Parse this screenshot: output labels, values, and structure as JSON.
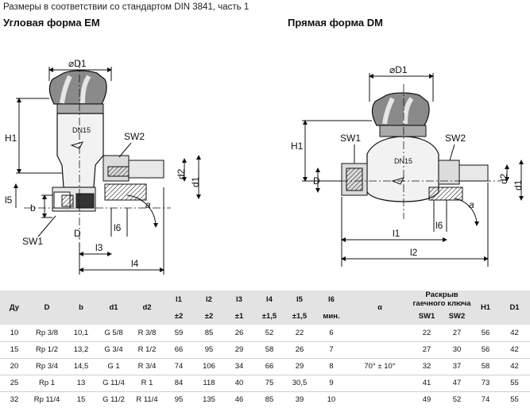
{
  "header": {
    "note": "Размеры в соответствии со стандартом DIN 3841, часть 1",
    "title_em": "Угловая форма EM",
    "title_dm": "Прямая форма DM"
  },
  "drawing_em": {
    "labels": {
      "d1_top": "⌀D1",
      "h1": "H1",
      "sw2": "SW2",
      "d2": "d2",
      "d1": "d1",
      "l5": "l5",
      "b": "b",
      "alpha": "a",
      "l6": "l6",
      "sw1": "SW1",
      "d": "D",
      "l3": "l3",
      "l4": "l4",
      "body_mark": "DN15"
    }
  },
  "drawing_dm": {
    "labels": {
      "d1_top": "⌀D1",
      "h1": "H1",
      "sw1": "SW1",
      "sw2": "SW2",
      "d": "D",
      "d2": "d2",
      "d1": "d1",
      "alpha": "a",
      "l6": "l6",
      "l1": "l1",
      "l2": "l2",
      "body_mark": "DN15"
    }
  },
  "table": {
    "headers": {
      "du": "Ду",
      "d": "D",
      "b": "b",
      "d1": "d1",
      "d2": "d2",
      "l1": "l1",
      "l2": "l2",
      "l3": "l3",
      "l4": "l4",
      "l5": "l5",
      "l6": "l6",
      "alpha": "α",
      "wrench": "Раскрыв гаечного ключа",
      "h1": "H1",
      "D1": "D1",
      "tol_l1": "±2",
      "tol_l2": "±2",
      "tol_l3": "±1",
      "tol_l4": "±1,5",
      "tol_l5": "±1,5",
      "tol_l6": "мин.",
      "sw1": "SW1",
      "sw2": "SW2"
    },
    "rows": [
      {
        "du": "10",
        "d": "Rp 3/8",
        "b": "10,1",
        "d1": "G 5/8",
        "d2": "R 3/8",
        "l1": "59",
        "l2": "85",
        "l3": "26",
        "l4": "52",
        "l5": "22",
        "l6": "6",
        "alpha": "",
        "sw1": "22",
        "sw2": "27",
        "h1": "56",
        "D1": "42"
      },
      {
        "du": "15",
        "d": "Rp 1/2",
        "b": "13,2",
        "d1": "G 3/4",
        "d2": "R 1/2",
        "l1": "66",
        "l2": "95",
        "l3": "29",
        "l4": "58",
        "l5": "26",
        "l6": "7",
        "alpha": "",
        "sw1": "27",
        "sw2": "30",
        "h1": "56",
        "D1": "42"
      },
      {
        "du": "20",
        "d": "Rp 3/4",
        "b": "14,5",
        "d1": "G 1",
        "d2": "R 3/4",
        "l1": "74",
        "l2": "106",
        "l3": "34",
        "l4": "66",
        "l5": "29",
        "l6": "8",
        "alpha": "70° ± 10°",
        "sw1": "32",
        "sw2": "37",
        "h1": "58",
        "D1": "42"
      },
      {
        "du": "25",
        "d": "Rp 1",
        "b": "13",
        "d1": "G 11/4",
        "d2": "R 1",
        "l1": "84",
        "l2": "118",
        "l3": "40",
        "l4": "75",
        "l5": "30,5",
        "l6": "9",
        "alpha": "",
        "sw1": "41",
        "sw2": "47",
        "h1": "73",
        "D1": "55"
      },
      {
        "du": "32",
        "d": "Rp 11/4",
        "b": "15",
        "d1": "G 11/2",
        "d2": "R 11/4",
        "l1": "95",
        "l2": "135",
        "l3": "46",
        "l4": "85",
        "l5": "39",
        "l6": "10",
        "alpha": "",
        "sw1": "49",
        "sw2": "52",
        "h1": "74",
        "D1": "55"
      }
    ]
  }
}
